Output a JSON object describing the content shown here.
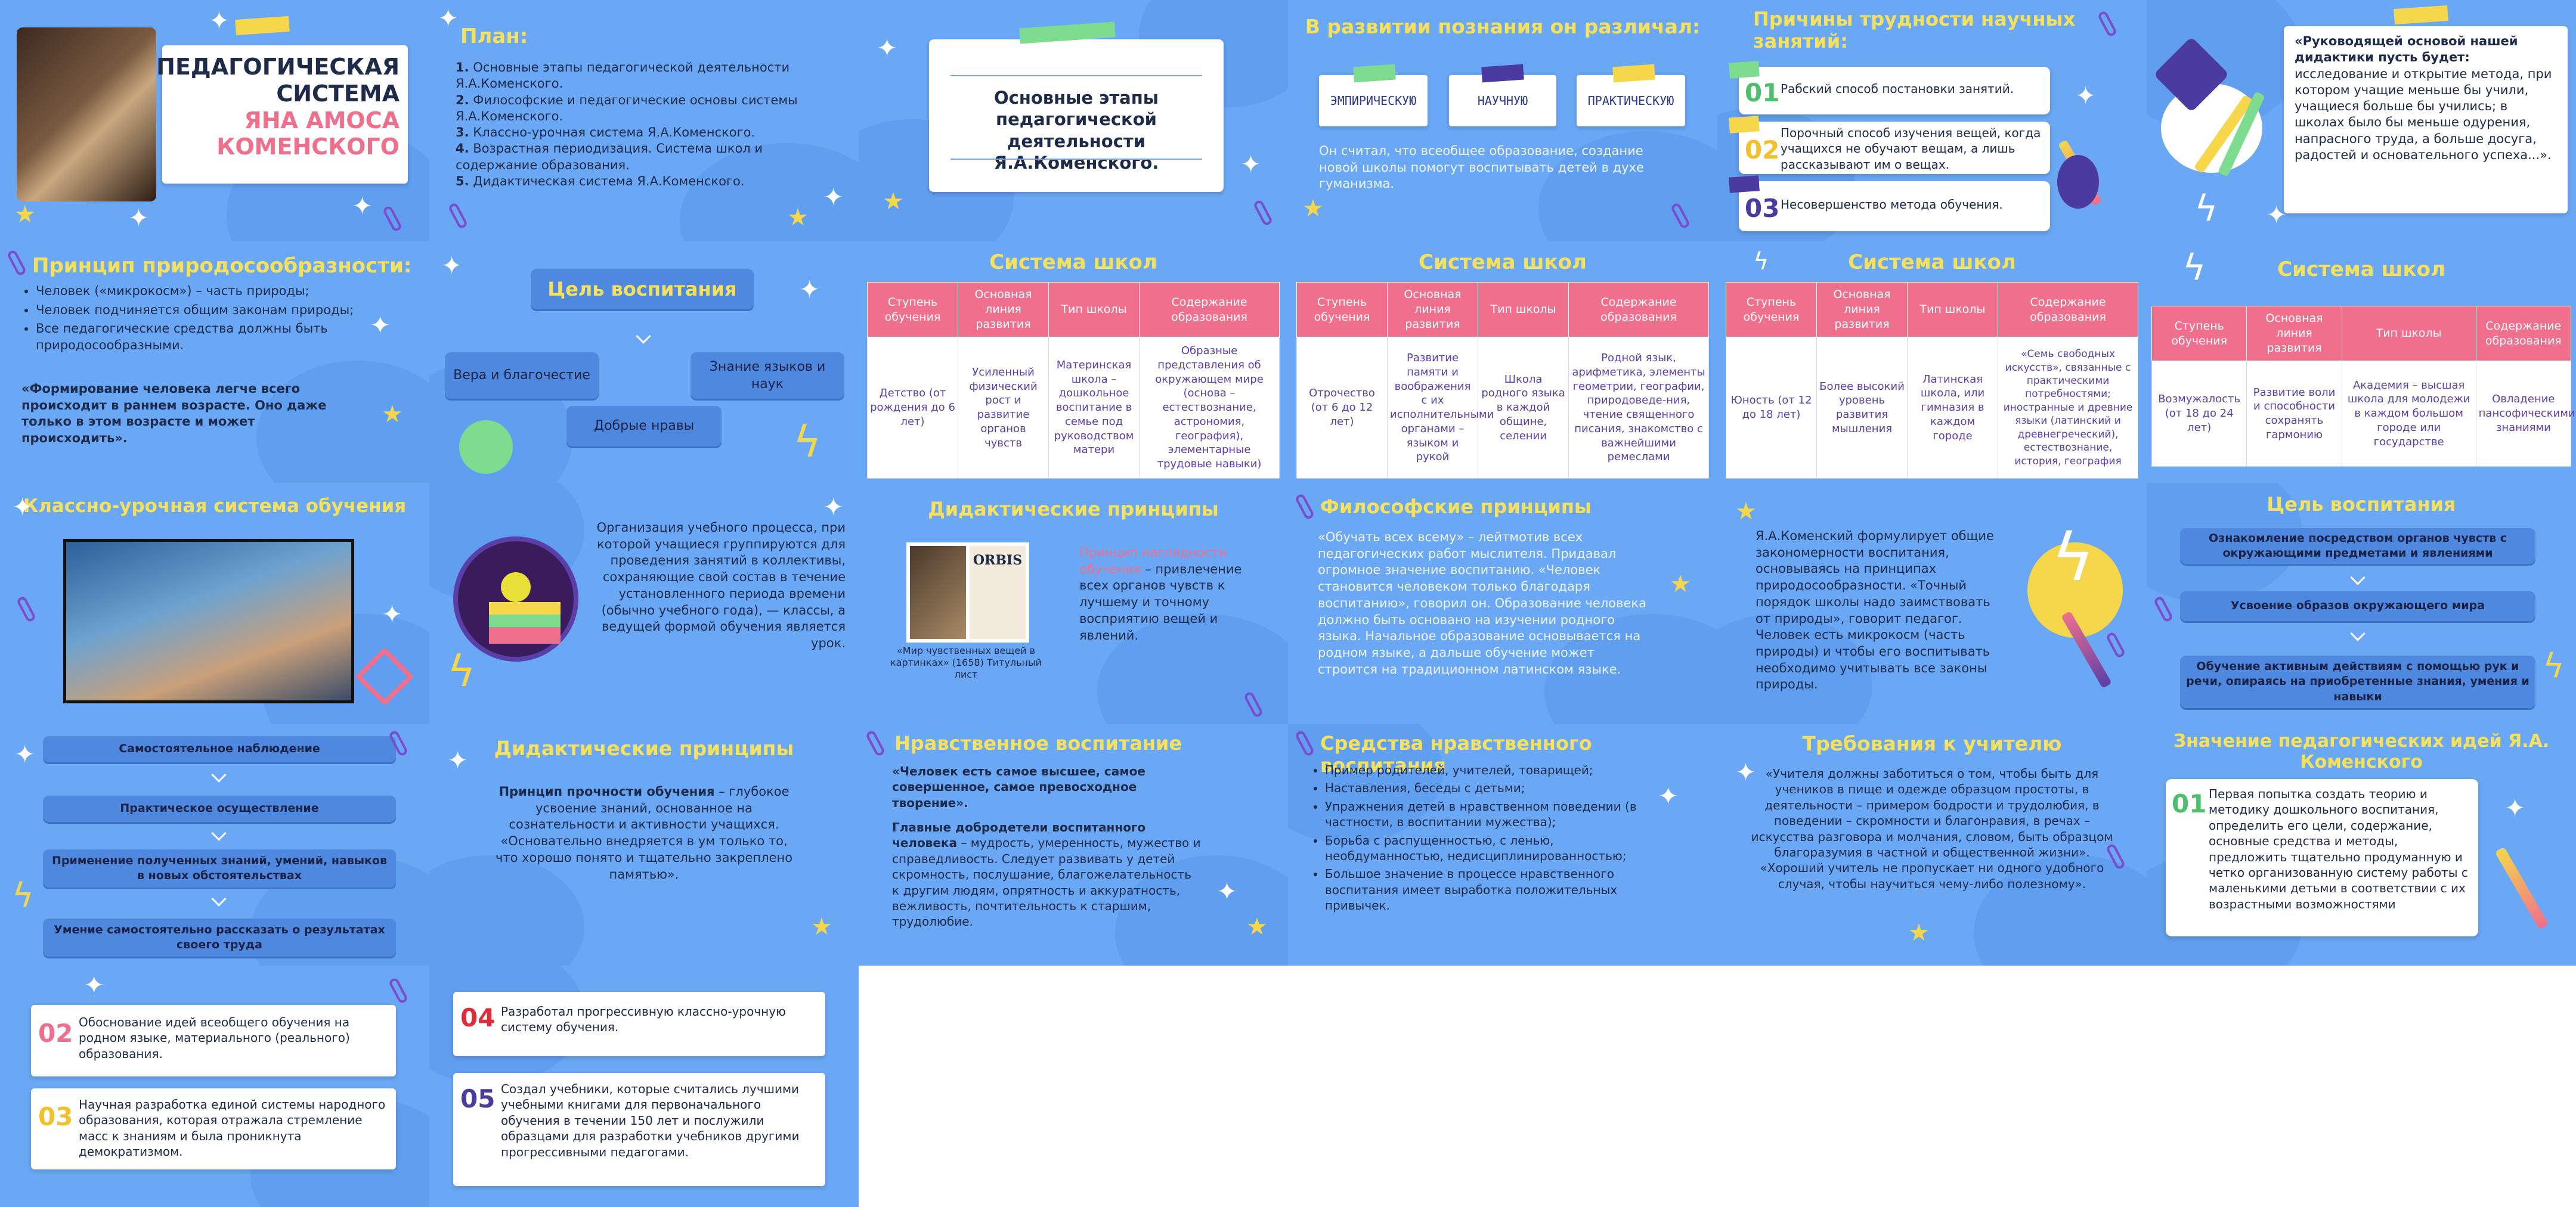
{
  "s1": {
    "title1": "ПЕДАГОГИЧЕСКАЯ",
    "title2": "СИСТЕМА",
    "title3": "ЯНА АМОСА",
    "title4": "КОМЕНСКОГО"
  },
  "s2": {
    "title": "План:",
    "items": [
      "Основные этапы педагогической деятельности Я.А.Коменского.",
      "Философские и педагогические основы системы Я.А.Коменского.",
      "Классно-урочная система Я.А.Коменского.",
      "Возрастная периодизация. Система школ и содержание образования.",
      "Дидактическая система Я.А.Коменского."
    ],
    "nums": [
      "1.",
      "2.",
      "3.",
      "4.",
      "5."
    ]
  },
  "s3": {
    "title": "Основные этапы педагогической деятельности Я.А.Коменского."
  },
  "s4": {
    "title": "В развитии познания он различал:",
    "boxes": [
      "ЭМПИРИЧЕСКУЮ",
      "НАУЧНУЮ",
      "ПРАКТИЧЕСКУЮ"
    ],
    "text": "Он считал, что всеобщее образование, создание новой школы помогут воспитывать детей в духе гуманизма."
  },
  "s5": {
    "title": "Причины трудности научных занятий:",
    "items": [
      {
        "n": "01",
        "t": "Рабский способ постановки занятий."
      },
      {
        "n": "02",
        "t": "Порочный способ изучения вещей, когда учащихся не обучают вещам, а лишь рассказывают им о вещах."
      },
      {
        "n": "03",
        "t": "Несовершенство метода обучения."
      }
    ]
  },
  "s6": {
    "bold": "«Руководящей основой нашей дидактики пусть будет:",
    "text": " исследование и открытие метода, при котором учащие меньше бы учили, учащиеся больше бы учились; в школах было бы меньше одурения, напрасного труда, а больше досуга, радостей и основательного успеха...»."
  },
  "s7": {
    "title": "Принцип природосообразности:",
    "items": [
      "Человек («микрокосм») – часть природы;",
      "Человек подчиняется общим законам природы;",
      "Все педагогические средства должны быть природосообразными."
    ],
    "bold": "«Формирование человека легче всего происходит в раннем возрасте. Оно даже только в этом возрасте и может происходить»."
  },
  "s8": {
    "top": "Цель воспитания",
    "a": "Вера и благочестие",
    "b": "Знание языков и наук",
    "c": "Добрые нравы"
  },
  "schools": {
    "title": "Система школ",
    "headers": [
      "Ступень обучения",
      "Основная линия развития",
      "Тип школы",
      "Содержание образования"
    ]
  },
  "s9": {
    "row": [
      "Детство (от рождения до 6 лет)",
      "Усиленный физический рост и развитие органов чувств",
      "Материнская школа – дошкольное воспитание в семье под руководством матери",
      "Образные представления об окружающем мире (основа – естествознание, астрономия, география), элементарные трудовые навыки)"
    ]
  },
  "s10": {
    "row": [
      "Отрочество (от 6 до 12 лет)",
      "Развитие памяти и воображения с их исполнительными органами – языком и рукой",
      "Школа родного языка в каждой общине, селении",
      "Родной язык, арифметика, элементы геометрии, географии, природоведе-ния, чтение священного писания, знакомство с важнейшими ремеслами"
    ]
  },
  "s11": {
    "row": [
      "Юность (от 12 до 18 лет)",
      "Более высокий уровень развития мышления",
      "Латинская школа, или гимназия в каждом городе",
      "«Семь свободных искусств», связанные с практическими потребностями; иностранные и древние языки (латинский и древнегреческий), естествознание, история, география"
    ]
  },
  "s12": {
    "row": [
      "Возмужалость (от 18 до 24 лет)",
      "Развитие воли и способности сохранять гармонию",
      "Академия – высшая школа для молодежи в каждом большом городе или государстве",
      "Овладение пансофическими знаниями"
    ]
  },
  "s13": {
    "title": "Классно-урочная система обучения"
  },
  "s14": {
    "text": "Организация учебного процесса, при которой учащиеся группируются для проведения занятий в коллективы, сохраняющие свой состав в течение установленного периода времени (обычно учебного года), — классы, а ведущей формой обучения является урок."
  },
  "s15": {
    "title": "Дидактические принципы",
    "pink": "Принцип наглядности обучения",
    "text": " – привлечение всех органов чувств к лучшему и точному восприятию вещей и явлений.",
    "caption": "«Мир чувственных вещей в картинках» (1658) Титульный лист",
    "book": "ORBIS"
  },
  "s16": {
    "title": "Философские принципы",
    "text": "«Обучать всех всему» – лейтмотив всех педагогических работ мыслителя. Придавал огромное значение воспитанию. «Человек становится человеком только благодаря воспитанию», говорил он. Образование человека должно быть основано на изучении родного языка. Начальное образование основывается на родном языке, а дальше обучение может строится на традиционном латинском языке."
  },
  "s17": {
    "text": "Я.А.Коменский формулирует общие закономерности воспитания, основываясь на принципах природосообразности. «Точный порядок школы надо заимствовать от природы», говорит педагог. Человек есть микрокосм (часть природы) и чтобы его воспитывать необходимо учитывать все законы природы."
  },
  "s18": {
    "title": "Цель воспитания",
    "items": [
      "Ознакомление посредством органов чувств с окружающими предметами и явлениями",
      "Усвоение образов окружающего мира",
      "Обучение  активным действиям с помощью рук и речи, опираясь на приобретенные знания, умения и навыки"
    ]
  },
  "s19": {
    "items": [
      "Самостоятельное наблюдение",
      "Практическое осуществление",
      "Применение полученных знаний, умений, навыков в новых обстоятельствах",
      "Умение самостоятельно рассказать о результатах своего труда"
    ]
  },
  "s20": {
    "title": "Дидактические принципы",
    "bold": "Принцип прочности обучения",
    "text": " – глубокое усвоение знаний, основанное на сознательности и активности учащихся. «Основательно внедряется в ум только то, что хорошо понято и тщательно закреплено памятью»."
  },
  "s21": {
    "title": "Нравственное воспитание",
    "quote": "«Человек есть самое высшее, самое совершенное, самое превосходное творение».",
    "bold": "Главные добродетели воспитанного человека",
    "text": " – мудрость, умеренность, мужество и справедливость. Следует развивать у детей скромность, послушание, благожелательность к другим людям, опрятность и аккуратность, вежливость, почтительность к старшим, трудолюбие."
  },
  "s22": {
    "title": "Средства нравственного воспитания",
    "items": [
      "Пример родителей, учителей, товарищей;",
      "Наставления, беседы с детьми;",
      "Упражнения детей в нравственном поведении (в частности, в воспитании мужества);",
      "Борьба с распущенностью, с ленью, необдуманностью, недисциплинированностью;",
      "Большое значение в процессе нравственного воспитания имеет выработка положительных привычек."
    ]
  },
  "s23": {
    "title": "Требования к учителю",
    "text": "«Учителя должны заботиться о том, чтобы быть для учеников в пище и одежде образцом простоты, в деятельности – примером бодрости и трудолюбия, в поведении – скромности и благонравия, в речах – искусства разговора и молчания, словом, быть образцом благоразумия в частной и общественной жизни». «Хороший учитель не пропускает ни одного удобного случая, чтобы научиться чему-либо полезному»."
  },
  "s24": {
    "title": "Значение педагогических идей Я.А. Коменского",
    "n": "01",
    "text": "Первая попытка создать теорию и методику дошкольного воспитания, определить его цели, содержание, основные средства и методы, предложить тщательно продуманную и четко организованную систему работы с маленькими детьми в соответствии с их возрастными возможностями"
  },
  "s25": {
    "items": [
      {
        "n": "02",
        "t": "Обоснование идей всеобщего обучения на родном языке, материального (реального) образования."
      },
      {
        "n": "03",
        "t": "Научная разработка единой системы народного образования, которая отражала стремление масс к знаниям и была проникнута демократизмом."
      }
    ]
  },
  "s26": {
    "items": [
      {
        "n": "04",
        "t": "Разработал прогрессивную классно-урочную систему обучения."
      },
      {
        "n": "05",
        "t": "Создал учебники, которые считались лучшими учебными книгами для первоначального обучения в течении 150 лет и послужили образцами для разработки учебников другими прогрессивными педагогами."
      }
    ]
  },
  "colors": {
    "bg": "#6aa8f5",
    "yellow": "#f5e15b",
    "pink": "#ef6f8c",
    "purple": "#5a3fa8",
    "pill": "#4e88df"
  }
}
